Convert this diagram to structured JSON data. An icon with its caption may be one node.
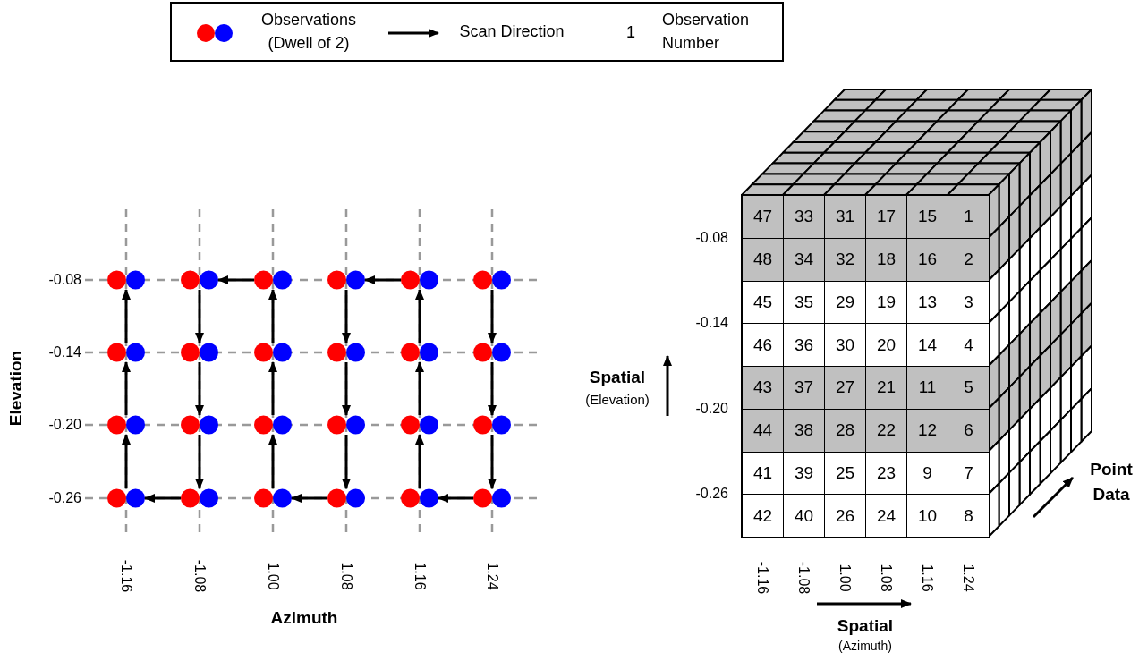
{
  "diagram": {
    "nodes": [
      {
        "text": [],
        "shape": "circle"
      },
      {
        "text": [],
        "shape": "circle"
      },
      {
        "text": [],
        "shape": "circle"
      },
      {
        "text": [],
        "shape": "circle"
      },
      {
        "text": [],
        "shape": "circle"
      },
      {
        "text": [],
        "shape": "circle"
      },
      {
        "text": [],
        "shape": "circle"
      },
      {
        "text": [],
        "shape": "circle"
      },
      {
        "text": [],
        "shape": "circle"
      },
      {
        "text": [],
        "shape": "circle"
      },
      {
        "text": [],
        "shape": "circle"
      },
      {
        "text": [],
        "shape": "circle"
      },
      {
        "text": [],
        "shape": "circle"
      },
      {
        "text": [],
        "shape": "circle"
      },
      {
        "text": [],
        "shape": "circle"
      },
      {
        "text": [],
        "shape": "circle"
      },
      {
        "text": [],
        "shape": "circle"
      },
      {
        "text": [],
        "shape": "circle"
      },
      {
        "text": [],
        "shape": "circle"
      },
      {
        "text": [],
        "shape": "circle"
      },
      {
        "text": [],
        "shape": "circle"
      },
      {
        "text": [],
        "shape": "circle"
      },
      {
        "text": [],
        "shape": "circle"
      },
      {
        "text": [],
        "shape": "circle"
      }
    ],
    "edges": [
      {
        "from": 5,
        "to": 11,
        "arrow": "to"
      },
      {
        "from": 11,
        "to": 17,
        "arrow": "to"
      },
      {
        "from": 17,
        "to": 23,
        "arrow": "to"
      },
      {
        "from": 23,
        "to": 22,
        "arrow": "to"
      },
      {
        "from": 22,
        "to": 16,
        "arrow": "to"
      },
      {
        "from": 16,
        "to": 10,
        "arrow": "to"
      },
      {
        "from": 10,
        "to": 4,
        "arrow": "to"
      },
      {
        "from": 4,
        "to": 3,
        "arrow": "to"
      },
      {
        "from": 3,
        "to": 9,
        "arrow": "to"
      },
      {
        "from": 9,
        "to": 15,
        "arrow": "to"
      },
      {
        "from": 15,
        "to": 21,
        "arrow": "to"
      },
      {
        "from": 21,
        "to": 20,
        "arrow": "to"
      },
      {
        "from": 20,
        "to": 14,
        "arrow": "to"
      },
      {
        "from": 14,
        "to": 8,
        "arrow": "to"
      },
      {
        "from": 8,
        "to": 2,
        "arrow": "to"
      },
      {
        "from": 2,
        "to": 1,
        "arrow": "to"
      },
      {
        "from": 1,
        "to": 7,
        "arrow": "to"
      },
      {
        "from": 7,
        "to": 13,
        "arrow": "to"
      },
      {
        "from": 13,
        "to": 19,
        "arrow": "to"
      },
      {
        "from": 19,
        "to": 18,
        "arrow": "to"
      },
      {
        "from": 18,
        "to": 12,
        "arrow": "to"
      },
      {
        "from": 12,
        "to": 6,
        "arrow": "to"
      },
      {
        "from": 6,
        "to": 0,
        "arrow": "to"
      }
    ],
    "labels": [
      "1",
      "-0.08",
      "-0.14",
      "-0.20",
      "-0.26",
      "-1.16",
      "-1.08",
      "1.00",
      "1.08",
      "1.16",
      "1.24",
      "Elevation",
      "Azimuth",
      "-0.08",
      "-0.14",
      "-0.20",
      "-0.26",
      "47",
      "33",
      "31",
      "17",
      "15",
      "1",
      "48",
      "34",
      "32",
      "18",
      "16",
      "2",
      "45",
      "35",
      "29",
      "19",
      "13",
      "3",
      "46",
      "36",
      "30",
      "20",
      "14",
      "4",
      "43",
      "37",
      "27",
      "21",
      "11",
      "5",
      "44",
      "38",
      "28",
      "22",
      "12",
      "6",
      "41",
      "39",
      "25",
      "23",
      "9",
      "7",
      "42",
      "40",
      "26",
      "24",
      "10",
      "8",
      "Spatial",
      "(Elevation)",
      "Point Data",
      "-1.16",
      "-1.08",
      "1.00",
      "1.08",
      "1.16",
      "1.24",
      "Spatial",
      "(Azimuth)"
    ],
    "legend": [
      {
        "text": "Observations (Dwell of 2)"
      },
      {
        "text": "Scan Direction"
      },
      {
        "text": "Observation Number"
      }
    ]
  }
}
